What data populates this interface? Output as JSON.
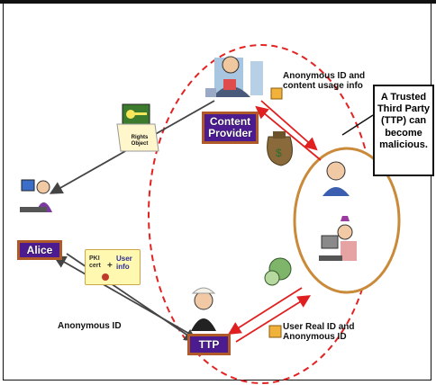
{
  "labels": {
    "content_provider_line1": "Content",
    "content_provider_line2": "Provider",
    "alice": "Alice",
    "ttp": "TTP",
    "rights_object_line1": "Rights",
    "rights_object_line2": "Object",
    "pki_line1": "PKI",
    "pki_line2": "cert",
    "plus": "+",
    "user_info_line1": "User",
    "user_info_line2": "info"
  },
  "notes": {
    "anon_usage_line1": "Anonymous ID and",
    "anon_usage_line2": "content usage info",
    "anonymous_id": "Anonymous ID",
    "real_id_line1": "User Real ID and",
    "real_id_line2": "Anonymous ID"
  },
  "callout": {
    "line1": "A Trusted",
    "line2": "Third Party",
    "line3": "(TTP) can",
    "line4": "become",
    "line5": "malicious."
  },
  "colors": {
    "label_bg": "#4b1b8f",
    "label_border": "#b05a2a",
    "dashed_circle": "#e32222",
    "user_circle": "#c98a3a",
    "red_arrow": "#e02020",
    "dark_arrow": "#444444"
  },
  "icons": [
    "key-icon",
    "money-bag-icon",
    "folder-icon",
    "person-icon",
    "hacker-icon",
    "computer-user-icon",
    "money-exchange-icon"
  ]
}
